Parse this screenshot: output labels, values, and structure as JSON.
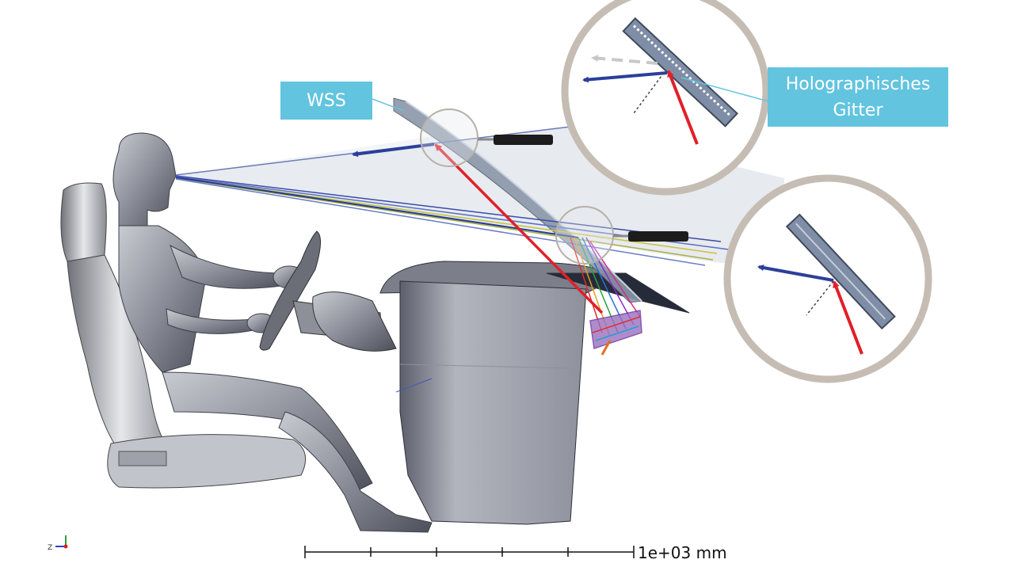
{
  "labels": {
    "wss": "WSS",
    "grating_line1": "Holographisches",
    "grating_line2": "Gitter"
  },
  "scale_bar": {
    "text": "1e+03 mm"
  },
  "axis_triad": {
    "z": "Z"
  },
  "colors": {
    "callout_bg": "#62c4df",
    "incident_ray": "#e0202a",
    "diffracted_ray": "#2b3f9a",
    "zero_order_ray": "#c8c8c8",
    "circle_border": "#c5bdb3",
    "windshield": "#8a96a8",
    "mannequin": "#9a9ca4"
  }
}
